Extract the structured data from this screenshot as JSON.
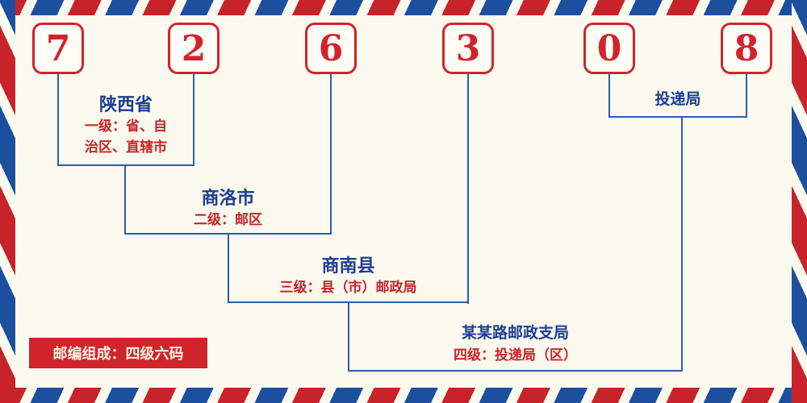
{
  "postal_code": {
    "digits": [
      "7",
      "2",
      "6",
      "3",
      "0",
      "8"
    ]
  },
  "levels": {
    "level1": {
      "name": "陕西省",
      "desc_line1": "一级：省、自",
      "desc_line2": "治区、直辖市"
    },
    "level2": {
      "name": "商洛市",
      "desc": "二级：邮区"
    },
    "level3": {
      "name": "商南县",
      "desc": "三级：县（市）邮政局"
    },
    "level4": {
      "name": "某某路邮政支局",
      "desc": "四级：投递局（区）"
    },
    "delivery": {
      "name": "投递局"
    }
  },
  "footer": {
    "composition": "邮编组成：四级六码"
  },
  "colors": {
    "red": "#d0242c",
    "line_blue": "#2a5db0",
    "label_blue": "#1c3d94",
    "background": "#fcfaee"
  }
}
